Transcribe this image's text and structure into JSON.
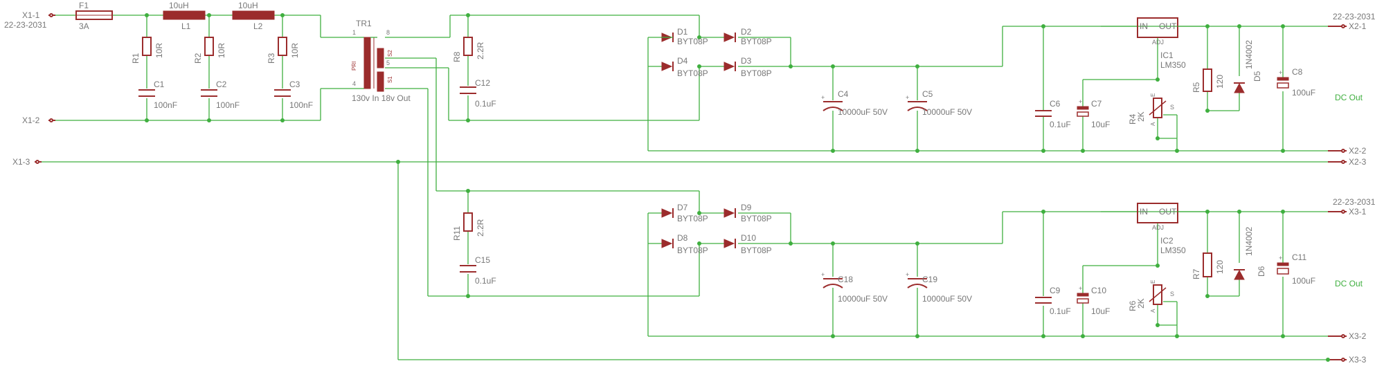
{
  "ports": {
    "x1_1": "X1-1",
    "x1_1_val": "22-23-2031",
    "x1_2": "X1-2",
    "x1_3": "X1-3",
    "x2_1": "X2-1",
    "x2_1_val": "22-23-2031",
    "x2_2": "X2-2",
    "x2_3": "X2-3",
    "x3_1": "X3-1",
    "x3_1_val": "22-23-2031",
    "x3_2": "X3-2",
    "x3_3": "X3-3"
  },
  "filter": {
    "f1_name": "F1",
    "f1_value": "3A",
    "l1_name": "L1",
    "l1_value": "10uH",
    "l2_name": "L2",
    "l2_value": "10uH",
    "r1_name": "R1",
    "r1_value": "10R",
    "r2_name": "R2",
    "r2_value": "10R",
    "r3_name": "R3",
    "r3_value": "10R",
    "c1_name": "C1",
    "c1_value": "100nF",
    "c2_name": "C2",
    "c2_value": "100nF",
    "c3_name": "C3",
    "c3_value": "100nF"
  },
  "transformer": {
    "name": "TR1",
    "value": "130v In 18v Out",
    "pri": "PRI",
    "s1": "S1",
    "s2": "S2",
    "pin1": "1",
    "pin4": "4",
    "pin5": "5",
    "pin8": "8"
  },
  "upper": {
    "r8_name": "R8",
    "r8_value": "2.2R",
    "c12_name": "C12",
    "c12_value": "0.1uF",
    "d1": "D1",
    "d2": "D2",
    "d3": "D3",
    "d4": "D4",
    "diode_value": "BYT08P",
    "c4_name": "C4",
    "c4_value": "10000uF 50V",
    "c5_name": "C5",
    "c5_value": "10000uF 50V",
    "c6_name": "C6",
    "c6_value": "0.1uF",
    "c7_name": "C7",
    "c7_value": "10uF",
    "ic_name": "IC1",
    "ic_value": "LM350",
    "ic_in": "IN",
    "ic_out": "OUT",
    "ic_adj": "ADJ",
    "r4_name": "R4",
    "r4_value": "2K",
    "r5_name": "R5",
    "r5_value": "120",
    "d5_name": "D5",
    "d5_value": "1N4002",
    "c8_name": "C8",
    "c8_value": "100uF",
    "pot_e": "E",
    "pot_a": "A",
    "pot_s": "S",
    "dc_out": "DC Out"
  },
  "lower": {
    "r11_name": "R11",
    "r11_value": "2.2R",
    "c15_name": "C15",
    "c15_value": "0.1uF",
    "d7": "D7",
    "d8": "D8",
    "d9": "D9",
    "d10": "D10",
    "diode_value": "BYT08P",
    "c18_name": "C18",
    "c18_value": "10000uF 50V",
    "c19_name": "C19",
    "c19_value": "10000uF 50V",
    "c9_name": "C9",
    "c9_value": "0.1uF",
    "c10_name": "C10",
    "c10_value": "10uF",
    "ic_name": "IC2",
    "ic_value": "LM350",
    "ic_in": "IN",
    "ic_out": "OUT",
    "ic_adj": "ADJ",
    "r6_name": "R6",
    "r6_value": "2K",
    "r7_name": "R7",
    "r7_value": "120",
    "d6_name": "D6",
    "d6_value": "1N4002",
    "c11_name": "C11",
    "c11_value": "100uF",
    "pot_e": "E",
    "pot_a": "A",
    "pot_s": "S",
    "dc_out": "DC Out"
  },
  "colors": {
    "wire": "#3faf3f",
    "component": "#9b2c2c",
    "label": "#777777"
  }
}
